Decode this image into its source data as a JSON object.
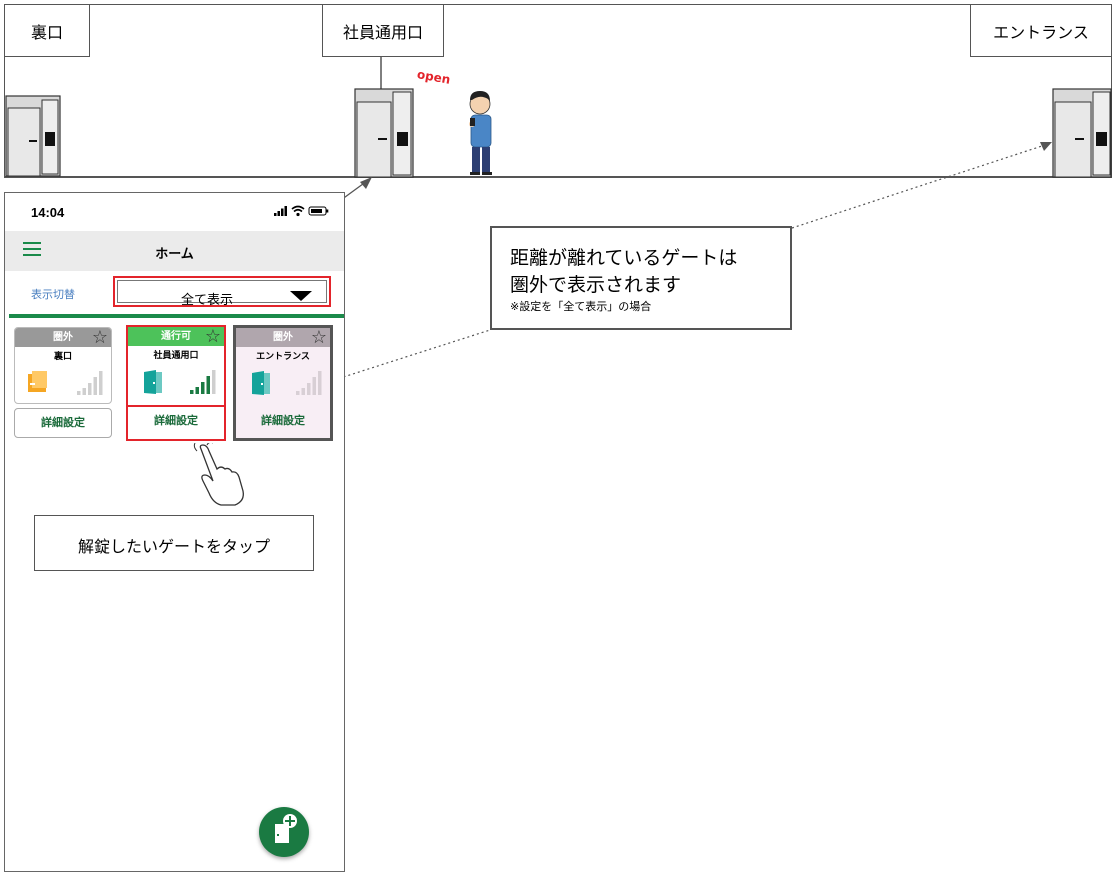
{
  "building": {
    "rooms": [
      {
        "label": "裏口"
      },
      {
        "label": "社員通用口"
      },
      {
        "label": "エントランス"
      }
    ],
    "open_text": "open"
  },
  "phone": {
    "status_time": "14:04",
    "appbar_title": "ホーム",
    "filter_label": "表示切替",
    "filter_value": "全て表示",
    "cards": [
      {
        "status": "圏外",
        "name": "裏口",
        "detail": "詳細設定",
        "icon": "gate-orange-icon",
        "status_color": "#999999"
      },
      {
        "status": "通行可",
        "name": "社員通用口",
        "detail": "詳細設定",
        "icon": "gate-teal-icon",
        "status_color": "#4dc25a"
      },
      {
        "status": "圏外",
        "name": "エントランス",
        "detail": "詳細設定",
        "icon": "gate-teal-icon",
        "status_color": "#b0a6ad"
      }
    ]
  },
  "annotations": {
    "out_of_range_line1": "距離が離れているゲートは",
    "out_of_range_line2": "圏外で表示されます",
    "out_of_range_note": "※設定を「全て表示」の場合",
    "tap_instruction": "解錠したいゲートをタップ"
  },
  "colors": {
    "brand_green": "#1a8a4a",
    "highlight_red": "#e3242b",
    "available_green": "#4dc25a"
  }
}
